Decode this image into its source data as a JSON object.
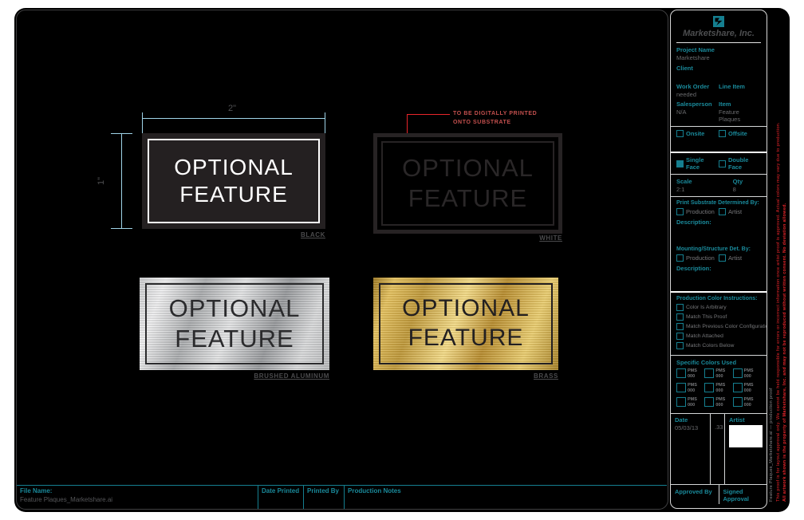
{
  "annotation": {
    "line1": "TO BE DIGITALLY PRINTED",
    "line2": "ONTO SUBSTRATE",
    "color": "#e8252a"
  },
  "dimensions": {
    "width_label": "2\"",
    "height_label": "1\"",
    "line_color": "#9fd4e8"
  },
  "plaques": [
    {
      "line1": "OPTIONAL",
      "line2": "FEATURE",
      "caption": "BLACK"
    },
    {
      "line1": "OPTIONAL",
      "line2": "FEATURE",
      "caption": "WHITE"
    },
    {
      "line1": "OPTIONAL",
      "line2": "FEATURE",
      "caption": "BRUSHED ALUMINUM"
    },
    {
      "line1": "OPTIONAL",
      "line2": "FEATURE",
      "caption": "BRASS"
    }
  ],
  "footer": {
    "file_name_label": "File Name:",
    "file_name_value": "Feature Plaques_Marketshare.ai",
    "date_printed_label": "Date Printed",
    "printed_by_label": "Printed By",
    "production_notes_label": "Production Notes"
  },
  "sidebar": {
    "company": "Marketshare, Inc.",
    "accent_color": "#157f90",
    "project_name_label": "Project Name",
    "project_name_value": "Marketshare",
    "client_label": "Client",
    "client_value": "",
    "work_order_label": "Work Order",
    "work_order_value": "needed",
    "line_item_label": "Line Item",
    "line_item_value": "",
    "salesperson_label": "Salesperson",
    "salesperson_value": "N/A",
    "item_label": "Item",
    "item_value": "Feature Plaques",
    "onsite_label": "Onsite",
    "offsite_label": "Offsite",
    "single_face_label": "Single Face",
    "single_face_checked": true,
    "double_face_label": "Double Face",
    "scale_label": "Scale",
    "scale_value": "2:1",
    "qty_label": "Qty",
    "qty_value": "8",
    "print_substrate_label": "Print Substrate Determined By:",
    "production_label": "Production",
    "artist_label": "Artist",
    "description_label": "Description:",
    "mounting_label": "Mounting/Structure Det. By:",
    "color_instructions_label": "Production Color Instructions:",
    "color_instructions": [
      "Color Is Arbitrary",
      "Match This Proof",
      "Match Previous Color Configuration",
      "Match Attached",
      "Match Colors Below"
    ],
    "specific_colors_label": "Specific Colors Used",
    "pms_cells": [
      {
        "label": "PMS",
        "value": "000"
      },
      {
        "label": "PMS",
        "value": "000"
      },
      {
        "label": "PMS",
        "value": "000"
      },
      {
        "label": "PMS",
        "value": "000"
      },
      {
        "label": "PMS",
        "value": "000"
      },
      {
        "label": "PMS",
        "value": "000"
      },
      {
        "label": "PMS",
        "value": "000"
      },
      {
        "label": "PMS",
        "value": "000"
      },
      {
        "label": "PMS",
        "value": "000"
      }
    ],
    "date_label": "Date",
    "date_value": "05/03/13",
    "revision_value": ".33",
    "artist_col_label": "Artist",
    "approved_by_label": "Approved By",
    "signed_approval_label": "Signed Approval"
  },
  "fine_print": {
    "file_note": "Feature Plaques_Marketshare.ai — production proof",
    "disclaimer_1": "This proof is for layout approval only. We cannot be held responsible for errors or incorrect information once artist proof is approved. Actual colors may vary due to production.",
    "disclaimer_2": "All artwork shown is the property of Marketshare, Inc. and may not be reproduced without written consent. No deviation allowed."
  }
}
